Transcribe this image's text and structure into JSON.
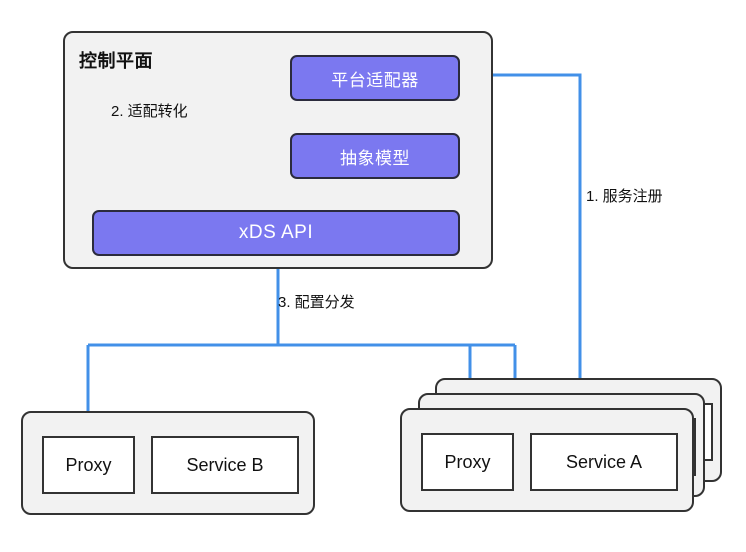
{
  "diagram": {
    "title": "控制平面",
    "colors": {
      "canvas_bg": "#ffffff",
      "panel_fill": "#f2f2f2",
      "panel_border": "#333333",
      "component_fill": "#7b78f0",
      "component_border": "#2b2b3d",
      "component_text": "#ffffff",
      "arrow": "#4290e8",
      "text": "#111111"
    },
    "control_plane": {
      "label": "控制平面",
      "components": [
        {
          "id": "platform-adapter",
          "label": "平台适配器"
        },
        {
          "id": "abstract-model",
          "label": "抽象模型"
        },
        {
          "id": "xds-api",
          "label": "xDS API"
        }
      ]
    },
    "flows": [
      {
        "step": "1",
        "label": "1. 服务注册",
        "from": "service-a",
        "to": "platform-adapter"
      },
      {
        "step": "2",
        "label": "2. 适配转化",
        "from": "platform-adapter",
        "to": "abstract-model"
      },
      {
        "step": "3",
        "label": "3. 配置分发",
        "from": "xds-api",
        "to": "proxies"
      }
    ],
    "nodes": [
      {
        "id": "service-b-node",
        "stacked": false,
        "stack_count": 1,
        "proxy_label": "Proxy",
        "service_label": "Service B"
      },
      {
        "id": "service-a-node",
        "stacked": true,
        "stack_count": 3,
        "proxy_label": "Proxy",
        "service_label": "Service A"
      }
    ]
  }
}
